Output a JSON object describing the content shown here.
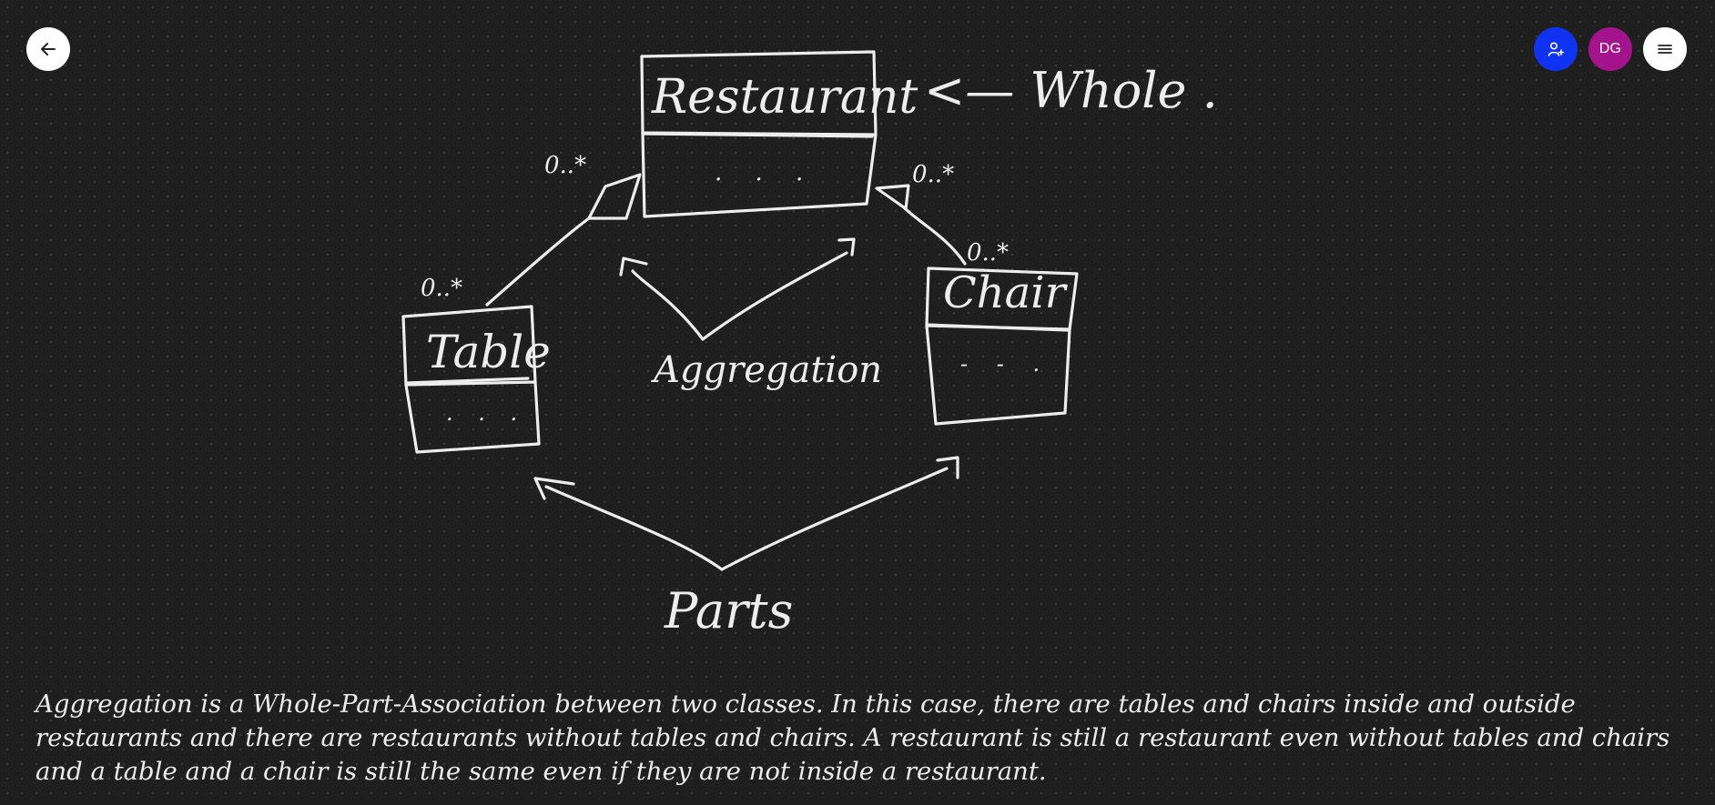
{
  "toolbar": {
    "back_icon": "arrow-left-icon",
    "share_icon": "add-user-icon",
    "avatar_initials": "DG",
    "avatar_color": "#a3148c",
    "share_color": "#1033f2",
    "menu_icon": "hamburger-menu-icon"
  },
  "diagram": {
    "classes": {
      "restaurant": {
        "name": "Restaurant",
        "body": ". . ."
      },
      "table": {
        "name": "Table",
        "body": ". . ."
      },
      "chair": {
        "name": "Chair",
        "body": "- - ."
      }
    },
    "multiplicities": {
      "restaurant_left": "0..*",
      "restaurant_right": "0..*",
      "table": "0..*",
      "chair": "0..*"
    },
    "annotations": {
      "whole": "<— Whole .",
      "aggregation": "Aggregation",
      "parts": "Parts"
    }
  },
  "description": "Aggregation is a Whole-Part-Association between two classes. In this case, there are tables and chairs inside and outside restaurants and there are restaurants without tables and chairs. A restaurant is still a restaurant even without tables and chairs and a table and a chair is still the same even if they are not inside a restaurant."
}
